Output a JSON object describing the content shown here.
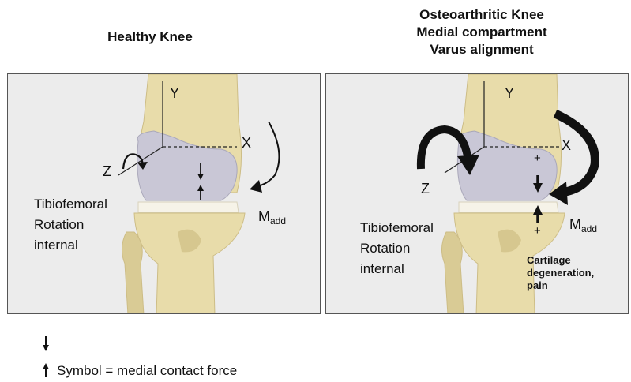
{
  "left_panel": {
    "title": "Healthy Knee",
    "axis_y": "Y",
    "axis_x": "X",
    "axis_z": "Z",
    "moment_main": "M",
    "moment_sub": "add",
    "rotation_lines": [
      "Tibiofemoral",
      "Rotation",
      "internal"
    ]
  },
  "right_panel": {
    "title_lines": [
      "Osteoarthritic Knee",
      "Medial compartment",
      "Varus alignment"
    ],
    "axis_y": "Y",
    "axis_x": "X",
    "axis_z": "Z",
    "moment_main": "M",
    "moment_sub": "add",
    "rotation_lines": [
      "Tibiofemoral",
      "Rotation",
      "internal"
    ],
    "plus_top": "+",
    "plus_bottom": "+",
    "cartilage_lines": [
      "Cartilage",
      "degeneration,",
      "pain"
    ]
  },
  "legend": {
    "text": "Symbol = medial contact force"
  },
  "colors": {
    "bone": "#e8dcaa",
    "bone_shade": "#cdbd86",
    "cartilage": "#c9c7d6",
    "panel_bg": "#ececec"
  }
}
